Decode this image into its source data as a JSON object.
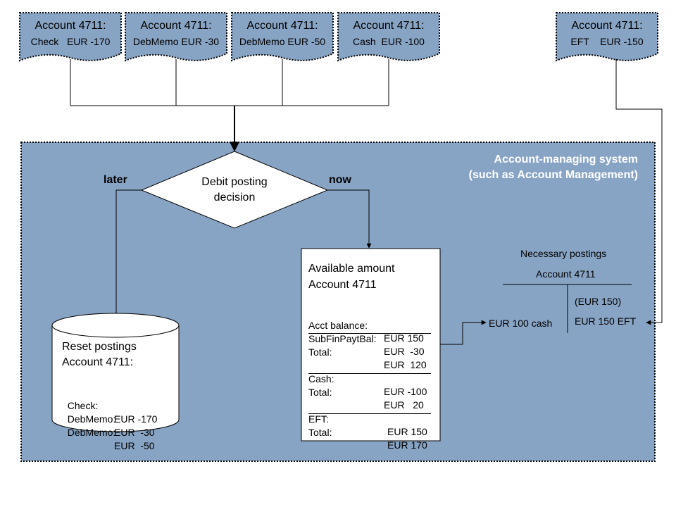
{
  "documents": [
    {
      "title": "Account 4711:",
      "left": "Check",
      "right": "EUR -170"
    },
    {
      "title": "Account 4711:",
      "left": "DebMemo",
      "right": "EUR -30"
    },
    {
      "title": "Account 4711:",
      "left": "DebMemo",
      "right": "EUR -50"
    },
    {
      "title": "Account 4711:",
      "left": "Cash",
      "right": "EUR -100"
    },
    {
      "title": "Account 4711:",
      "left": "EFT",
      "right": "EUR -150"
    }
  ],
  "system": {
    "label_line1": "Account-managing system",
    "label_line2": "(such as Account Management)"
  },
  "decision": {
    "line1": "Debit posting",
    "line2": "decision",
    "later_label": "later",
    "now_label": "now"
  },
  "reset": {
    "title_line1": "Reset postings",
    "title_line2": "Account 4711:",
    "rows": [
      {
        "label": "Check:",
        "value": "EUR -170"
      },
      {
        "label": "DebMemo:",
        "value": "EUR  -30"
      },
      {
        "label": "DebMemo:",
        "value": "EUR  -50"
      }
    ]
  },
  "available": {
    "title_line1": "Available amount",
    "title_line2": "Account 4711",
    "rows": [
      {
        "label": "Acct balance:",
        "value": "EUR 150"
      },
      {
        "label": "SubFinPaytBal:",
        "value": "EUR  -30"
      },
      {
        "label": "Total:",
        "value": "EUR  120"
      },
      {
        "label": "Cash:",
        "value": "EUR -100"
      },
      {
        "label": "Total:",
        "value": "EUR   20"
      },
      {
        "label": "EFT:",
        "value": "EUR 150"
      },
      {
        "label": "Total:",
        "value": "EUR 170"
      }
    ]
  },
  "postings": {
    "header": "Necessary postings",
    "account": "Account 4711",
    "debit": "EUR 100 cash",
    "credit_line1": "(EUR 150)",
    "credit_line2": "EUR 150 EFT"
  },
  "colors": {
    "system_fill": "#88a4c4",
    "document_fill": "#88a4c4",
    "line": "#000000",
    "white": "#ffffff"
  }
}
